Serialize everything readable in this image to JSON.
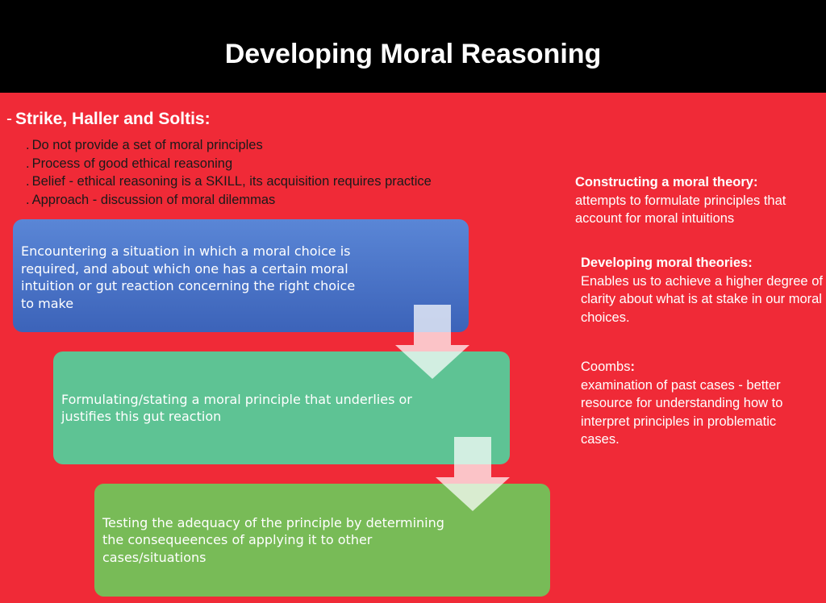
{
  "title": "Developing Moral Reasoning",
  "heading": {
    "dash": "-",
    "text": "Strike, Haller and Soltis:"
  },
  "bullets": [
    "Do not provide a set of moral principles",
    "Process of good ethical reasoning",
    "Belief - ethical reasoning is a SKILL, its acquisition requires practice",
    "Approach - discussion of moral dilemmas"
  ],
  "steps": [
    "Encountering a situation in which a moral choice is required, and about which one has a certain moral intuition or gut reaction concerning the right choice to make",
    "Formulating/stating a moral principle that underlies or justifies this gut reaction",
    "Testing the adequacy  of the principle by determining the consequeences of applying it to other cases/situations"
  ],
  "side": [
    {
      "title": "Constructing a moral theory:",
      "body": "attempts to formulate principles that account for moral intuitions"
    },
    {
      "title": "Developing moral theories:",
      "body": "Enables us to achieve a higher degree of clarity about what is at stake in our moral choices."
    },
    {
      "title": "Coombs",
      "title_suffix": ":",
      "body": "examination of past cases - better resource for understanding how to interpret principles in problematic cases."
    }
  ],
  "colors": {
    "background": "#f02a37",
    "title_bar": "#000000",
    "step1": "#4a74c9",
    "step2": "#5ec394",
    "step3": "#78bb57"
  }
}
